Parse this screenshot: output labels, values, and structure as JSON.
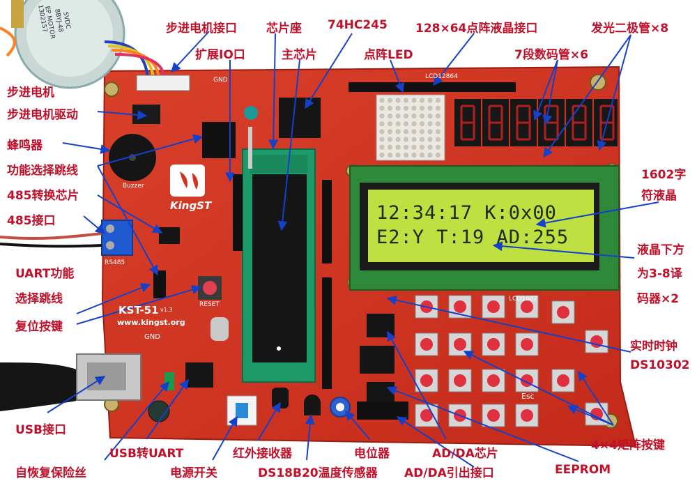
{
  "labels": {
    "stepper_port": "步进电机接口",
    "chip_socket": "芯片座",
    "ic_74hc245": "74HC245",
    "lcd12864_port": "128×64点阵液晶接口",
    "led_x8": "发光二极管×8",
    "io_expand": "扩展IO口",
    "main_chip": "主芯片",
    "dot_matrix": "点阵LED",
    "seg7_x6": "7段数码管×6",
    "stepper_motor": "步进电机",
    "stepper_driver": "步进电机驱动",
    "buzzer": "蜂鸣器",
    "func_jumper": "功能选择跳线",
    "rs485_chip": "485转换芯片",
    "rs485_port": "485接口",
    "uart_jumper_1": "UART功能",
    "uart_jumper_2": "选择跳线",
    "reset_key": "复位按键",
    "usb_port": "USB接口",
    "usb_uart": "USB转UART",
    "fuse": "自恢复保险丝",
    "ir_receiver": "红外接收器",
    "power_switch": "电源开关",
    "ds18b20": "DS18B20温度传感器",
    "potentiometer": "电位器",
    "adda_chip": "AD/DA芯片",
    "adda_port": "AD/DA引出接口",
    "eeprom": "EEPROM",
    "matrix_keys": "4×4矩阵按键",
    "rtc_1": "实时时钟",
    "rtc_2": "DS10302",
    "lcd1602_1": "1602字",
    "lcd1602_2": "符液晶",
    "decoder_1": "液晶下方",
    "decoder_2": "为3-8译",
    "decoder_3": "码器×2"
  },
  "lcd": {
    "line1": "12:34:17  K:0x00",
    "line2": "E2:Y T:19 AD:255"
  },
  "board": {
    "model": "KST-51",
    "version": "v1.3",
    "url": "www.kingst.org",
    "brand": "KingST",
    "gnd_1": "GND",
    "gnd_2": "GND",
    "lcd1602_silk": "LCD1602",
    "lcd12864_silk": "LCD12864",
    "rs485_silk": "RS485",
    "reset_silk": "RESET",
    "buzzer_silk": "Buzzer",
    "esc_silk": "Esc",
    "motor_text_1": "EP MOTOR",
    "motor_text_2": "8BYJ-48",
    "motor_text_3": "5VDC",
    "motor_text_4": "1302157"
  },
  "colors": {
    "label": "#c0102a",
    "pcb": "#d2321f",
    "lcd_bg": "#bfe040",
    "arrow": "#1540c8"
  }
}
